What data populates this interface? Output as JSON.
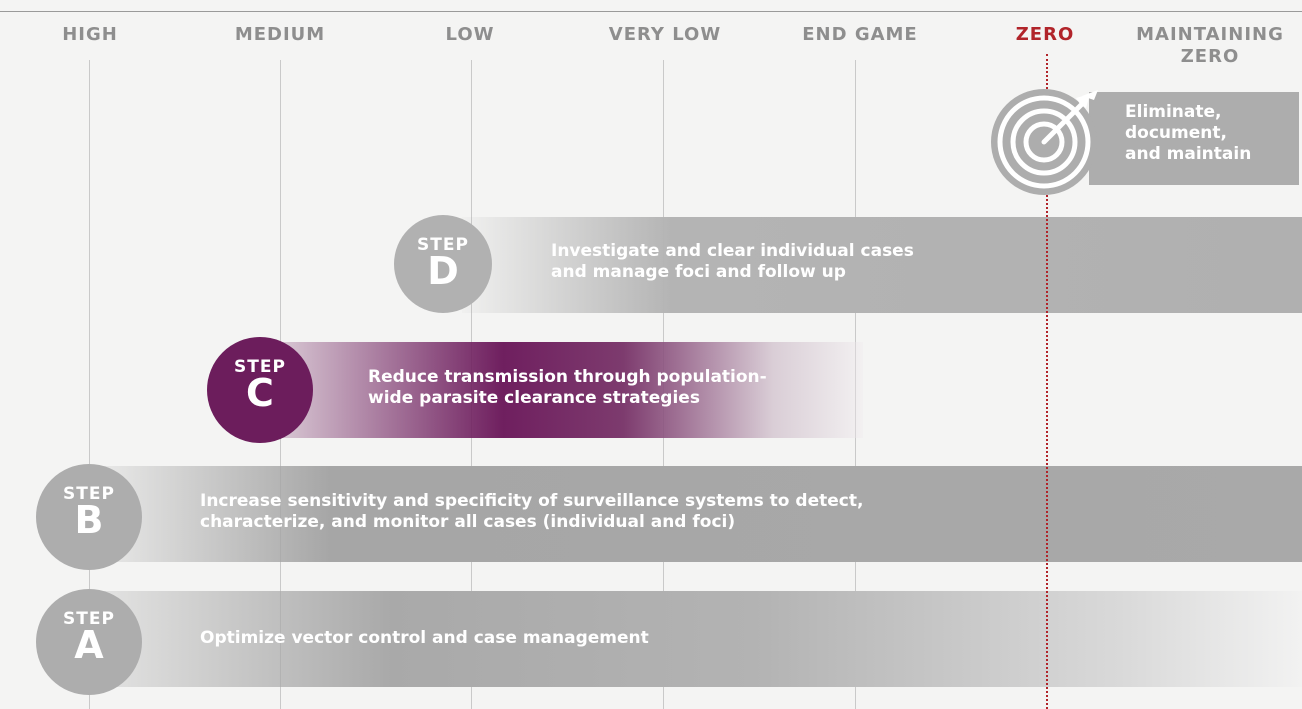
{
  "headers": {
    "high": "HIGH",
    "medium": "MEDIUM",
    "low": "LOW",
    "very_low": "VERY LOW",
    "end_game": "END GAME",
    "zero": "ZERO",
    "maintaining_zero_line1": "MAINTAINING",
    "maintaining_zero_line2": "ZERO"
  },
  "colors": {
    "zero_accent": "#b1242a",
    "step_c_purple": "#6c1d5c",
    "step_grey": "#adadad"
  },
  "steps": {
    "a": {
      "word": "STEP",
      "letter": "A",
      "text": "Optimize vector control and case management"
    },
    "b": {
      "word": "STEP",
      "letter": "B",
      "text_line1": "Increase sensitivity and specificity of surveillance systems to detect,",
      "text_line2": "characterize, and monitor all cases (individual and foci)"
    },
    "c": {
      "word": "STEP",
      "letter": "C",
      "text_line1": "Reduce transmission through population-",
      "text_line2": "wide parasite clearance strategies"
    },
    "d": {
      "word": "STEP",
      "letter": "D",
      "text_line1": "Investigate and clear individual cases",
      "text_line2": "and manage foci and follow up"
    }
  },
  "final": {
    "icon": "target-icon",
    "line1": "Eliminate,",
    "line2": "document,",
    "line3": "and maintain"
  }
}
